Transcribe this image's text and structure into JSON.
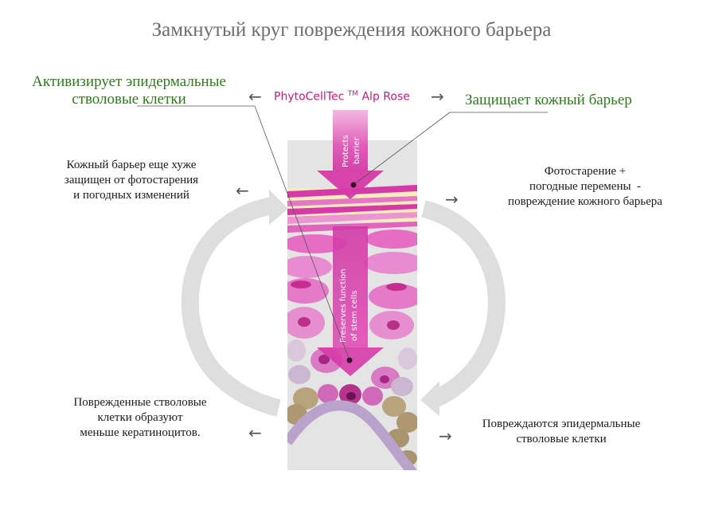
{
  "title": "Замкнутый круг повреждения кожного барьера",
  "brand": {
    "name": "PhytoCellTec",
    "tm": "TM",
    "product": "Alp Rose"
  },
  "top_left_green": [
    "Активизирует эпидермальные",
    "стволовые клетки"
  ],
  "top_right_green": "Защищает кожный барьер",
  "arrow_labels": {
    "protects": [
      "Protects",
      "barrier"
    ],
    "preserves": [
      "Preserves function",
      "of stem cells"
    ]
  },
  "left_upper": [
    "Кожный барьер еще хуже",
    "защищен от фотостарения",
    "и погодных изменений"
  ],
  "right_upper": [
    "Фотостарение +",
    "погодные перемены  -",
    "повреждение кожного барьера"
  ],
  "left_lower": [
    "Поврежденные стволовые",
    "клетки образуют",
    "меньше кератиноцитов."
  ],
  "right_lower": [
    "Повреждаются эпидермальные",
    "стволовые клетки"
  ],
  "icons": {
    "left_arrow": "←",
    "right_arrow": "→"
  },
  "colors": {
    "magenta": "#d63aa8",
    "green": "#2f7a1e",
    "grey_cycle": "#dcdcdc"
  }
}
